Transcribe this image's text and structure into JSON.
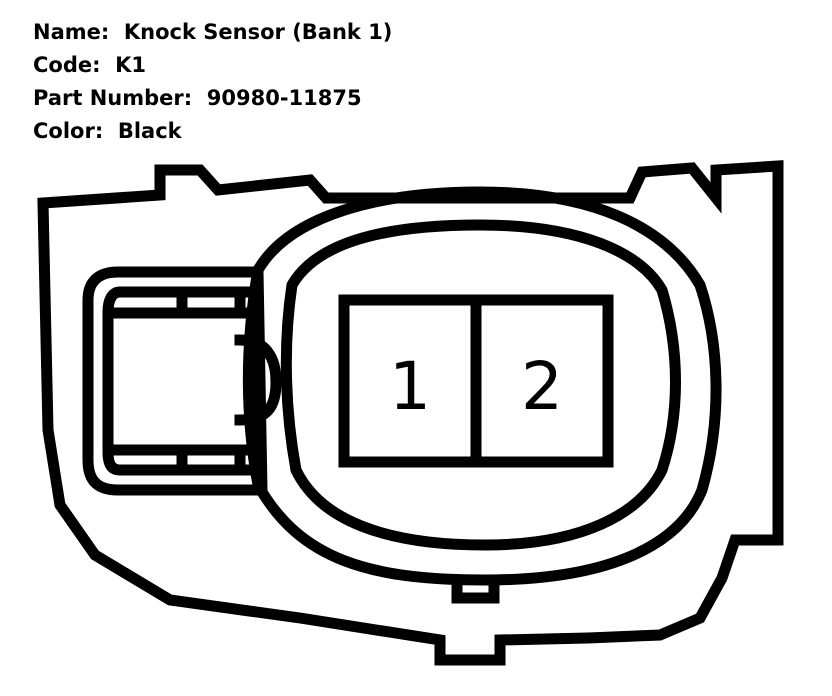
{
  "connector": {
    "name_label": "Name:",
    "name_value": "Knock Sensor (Bank 1)",
    "code_label": "Code:",
    "code_value": "K1",
    "part_label": "Part Number:",
    "part_value": "90980-11875",
    "color_label": "Color:",
    "color_value": "Black"
  },
  "pins": [
    {
      "label": "1"
    },
    {
      "label": "2"
    }
  ],
  "colors": {
    "line": "#000000",
    "background": "#ffffff"
  }
}
